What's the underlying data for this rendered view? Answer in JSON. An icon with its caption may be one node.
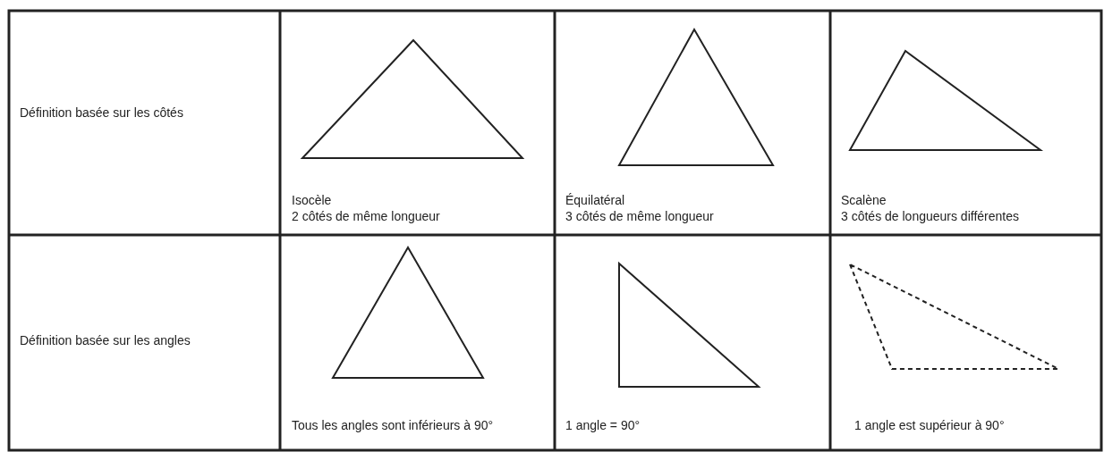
{
  "diagram": {
    "labels": [
      "Définition basée sur les côtés",
      "Isocèle",
      "2 côtés de même longueur",
      "Équilatéral",
      "3 côtés de même longueur",
      "Scalène",
      "3 côtés de longueurs différentes",
      "Définition basée sur les angles",
      "Tous les angles sont inférieurs à 90°",
      "1 angle = 90°",
      "1 angle est supérieur à 90°"
    ]
  }
}
